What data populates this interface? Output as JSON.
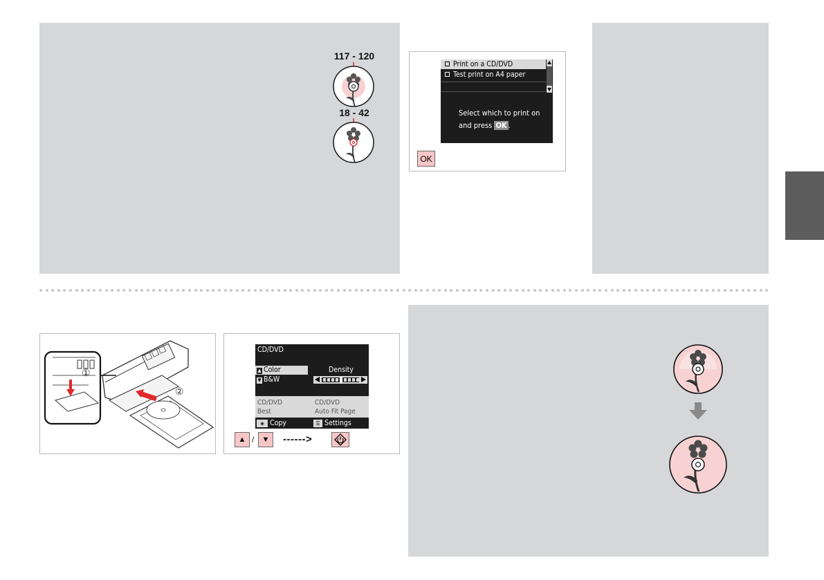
{
  "left_top": {
    "range1": "117 - 120",
    "range2": "18 - 42"
  },
  "lcd_print_on": {
    "option1": "Print on a CD/DVD",
    "option2": "Test print on A4 paper",
    "message_line1": "Select which to print on",
    "message_line2_prefix": "and press",
    "ok_badge": "OK",
    "message_line2_suffix": ".",
    "ok_button": "OK"
  },
  "lcd_cd_dvd": {
    "title": "CD/DVD",
    "color_label": "Color",
    "bw_label": "B&W",
    "density_label": "Density",
    "info_left_1": "CD/DVD",
    "info_left_2": "Best",
    "info_right_1": "CD/DVD",
    "info_right_2": "Auto Fit Page",
    "copy_label": "Copy",
    "settings_label": "Settings"
  },
  "key_row": {
    "up": "▲",
    "separator": "/",
    "down": "▼",
    "arrow": "------>"
  },
  "insert_illustration": {
    "step1": "①",
    "step2": "②"
  },
  "colors": {
    "panel_gray": "#d6d7d9",
    "key_pink": "#f7c6c6",
    "arrow_red": "#e0282b",
    "tab_gray": "#5d5d5d"
  }
}
